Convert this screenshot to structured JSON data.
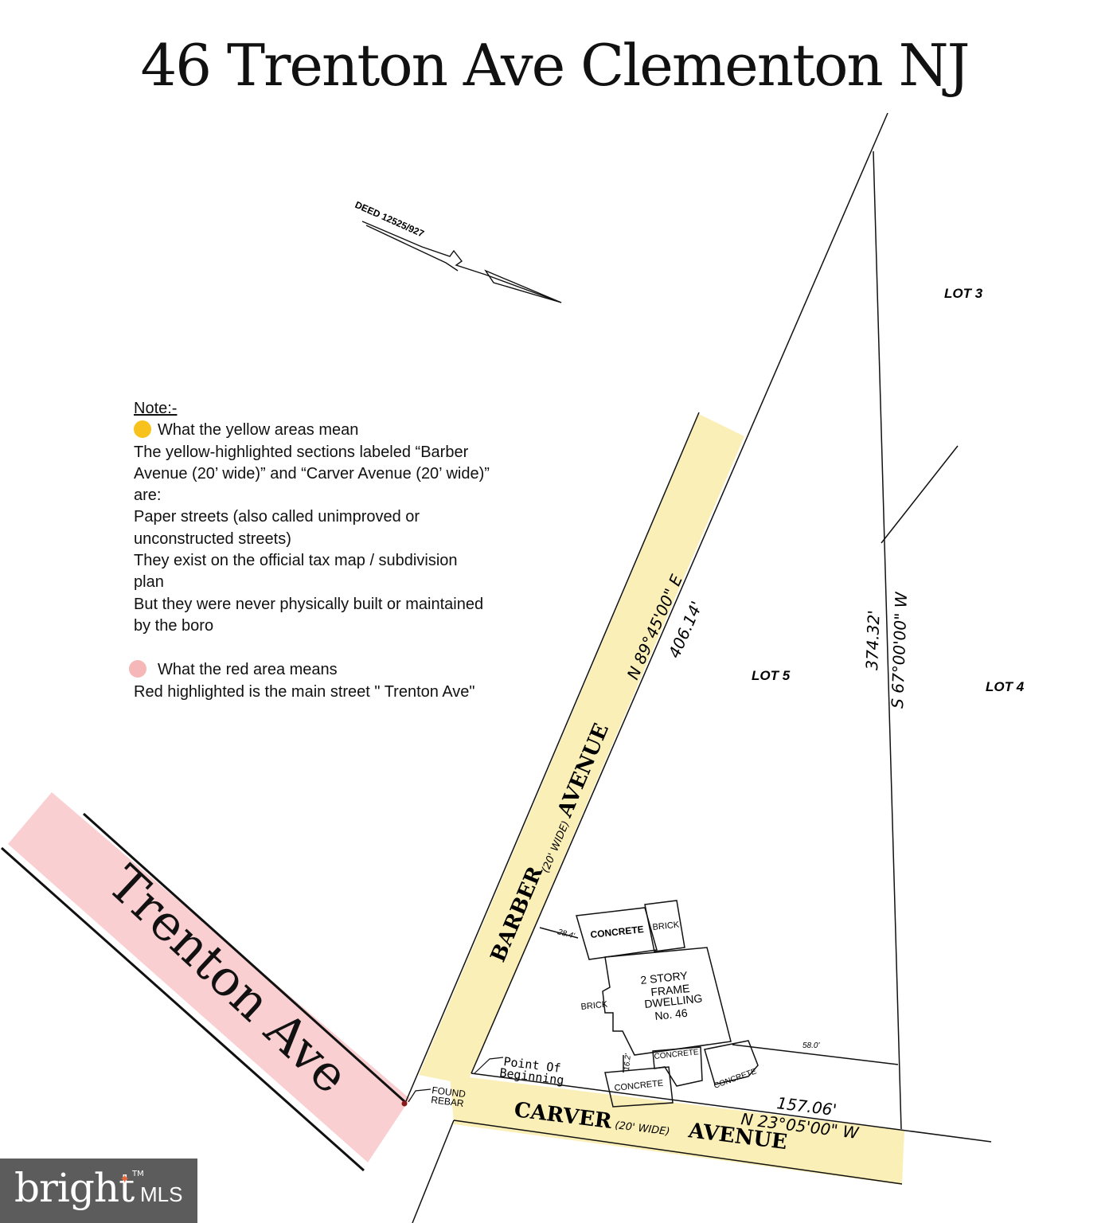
{
  "title": "46 Trenton Ave Clementon NJ",
  "deed": "DEED 12525/927",
  "lots": {
    "lot3": "LOT 3",
    "lot4": "LOT 4",
    "lot5": "LOT 5"
  },
  "streets": {
    "trenton": "Trenton Ave",
    "barber_name": "BARBER",
    "barber_width": "(20' WIDE)",
    "barber_suffix": "AVENUE",
    "carver_name": "CARVER",
    "carver_width": "(20' WIDE)",
    "carver_suffix": "AVENUE"
  },
  "bearings": {
    "barber_bearing": "N 89°45'00\" E",
    "barber_length": "406.14'",
    "east_length": "374.32'",
    "east_bearing": "S 67°00'00\" W",
    "carver_length": "157.06'",
    "carver_bearing": "N 23°05'00\" W"
  },
  "building": {
    "concrete_top": "CONCRETE",
    "brick_top": "BRICK",
    "dwelling_line1": "2 STORY",
    "dwelling_line2": "FRAME",
    "dwelling_line3": "DWELLING",
    "dwelling_line4": "No. 46",
    "brick_side": "BRICK",
    "concrete_right": "CONCRETE",
    "concrete_bottom": "CONCRETE",
    "concrete_far": "CONCRETE",
    "dim_setback_barber": "28.4'",
    "dim_setback_east": "58.0'",
    "dim_setback_carver": "16.2'"
  },
  "markers": {
    "pob_line1": "Point Of",
    "pob_line2": "Beginning",
    "rebar_line1": "FOUND",
    "rebar_line2": "REBAR"
  },
  "note": {
    "heading": "Note:-",
    "yellow_title": "What the yellow areas mean",
    "yellow_lines": [
      "The yellow-highlighted sections labeled “Barber",
      "Avenue (20’ wide)” and “Carver Avenue (20’ wide)”",
      "are:",
      "Paper streets (also called unimproved or",
      "unconstructed streets)",
      "They exist on the official tax map / subdivision",
      "plan",
      "But they were never physically built or maintained",
      "by the boro"
    ],
    "red_title": "What the red area means",
    "red_line": "Red highlighted is the main street \" Trenton Ave\""
  },
  "colors": {
    "yellow_highlight": "#fbefb8",
    "red_highlight": "#f9cfd1",
    "line": "#111111"
  },
  "watermark": {
    "brand": "bright",
    "suffix": "MLS",
    "tm": "TM"
  }
}
